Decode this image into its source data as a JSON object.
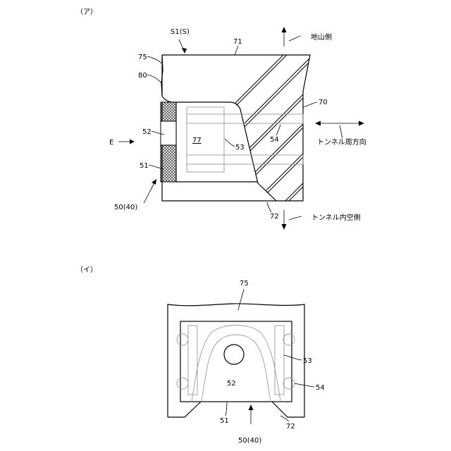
{
  "panel_a": {
    "caption": "（ア）",
    "labels": {
      "s1": "S1(S)",
      "n71": "71",
      "n75": "75",
      "n80": "80",
      "n70": "70",
      "n52": "52",
      "n77": "77",
      "n53": "53",
      "n54": "54",
      "n51": "51",
      "n50": "50(40)",
      "n72": "72",
      "e": "E"
    },
    "directions": {
      "ground_side": "地山側",
      "circumferential": "トンネル周方向",
      "inner_side": "トンネル内空側"
    }
  },
  "panel_b": {
    "caption": "（イ）",
    "labels": {
      "n75": "75",
      "n53": "53",
      "n54": "54",
      "n52": "52",
      "n51": "51",
      "n50": "50(40)",
      "n72": "72"
    }
  }
}
